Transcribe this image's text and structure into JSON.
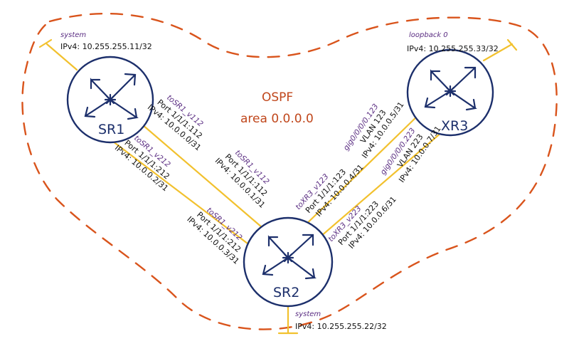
{
  "area": {
    "title": "OSPF",
    "subtitle": "area 0.0.0.0"
  },
  "routers": {
    "sr1": {
      "name": "SR1",
      "sys_label": "system",
      "sys_ip": "IPv4: 10.255.255.11/32"
    },
    "sr2": {
      "name": "SR2",
      "sys_label": "system",
      "sys_ip": "IPv4: 10.255.255.22/32"
    },
    "xr3": {
      "name": "XR3",
      "sys_label": "loopback 0",
      "sys_ip": "IPv4: 10.255.255.33/32"
    }
  },
  "links": {
    "sr1_112": {
      "iface": "toSR1_v112",
      "port": "Port 1/1/1:112",
      "ip": "IPv4: 10.0.0.0/31"
    },
    "sr1_212": {
      "iface": "toSR1_v212",
      "port": "Port 1/1/1:212",
      "ip": "IPv4: 10.0.0.2/31"
    },
    "sr2_112": {
      "iface": "toSR1_v112",
      "port": "Port 1/1/1:112",
      "ip": "IPv4: 10.0.0.1/31"
    },
    "sr2_212": {
      "iface": "toSR1_v212",
      "port": "Port 1/1/1:212",
      "ip": "IPv4: 10.0.0.3/31"
    },
    "sr2_123": {
      "iface": "toXR3_v123",
      "port": "Port 1/1/1:123",
      "ip": "IPv4: 10.0.0.4/31"
    },
    "sr2_223": {
      "iface": "toXR3_v223",
      "port": "Port 1/1/1:223",
      "ip": "IPv4: 10.0.0.6/31"
    },
    "xr3_123": {
      "iface": "gig0/0/0/0.123",
      "vlan": "VLAN 123",
      "ip": "IPv4: 10.0.0.5/31"
    },
    "xr3_223": {
      "iface": "gig0/0/0/0.223",
      "vlan": "VLAN 223",
      "ip": "IPv4: 10.0.0.7/31"
    }
  },
  "colors": {
    "area_border": "#d9541c",
    "link": "#f2c12e",
    "router_stroke": "#1c2f6b",
    "router_fill": "#ffffff",
    "iface_text": "#5a2d82"
  }
}
